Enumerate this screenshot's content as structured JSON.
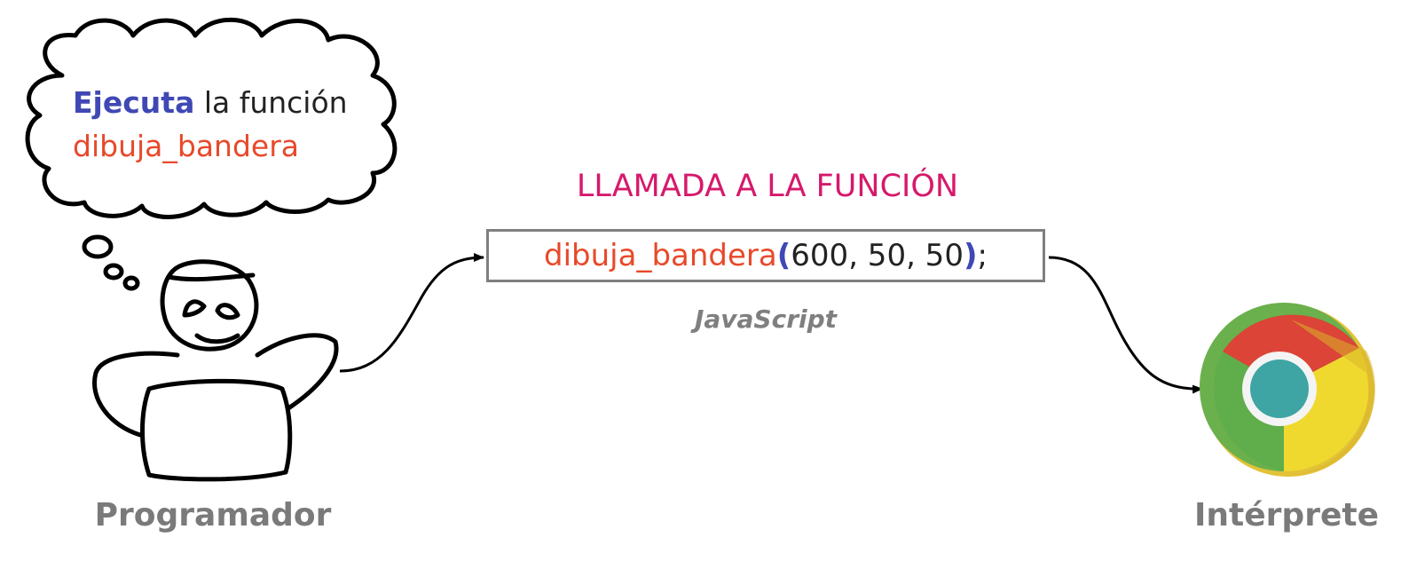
{
  "thought": {
    "verb": "Ejecuta",
    "rest": " la función",
    "function_name": "dibuja_bandera"
  },
  "call_title": "LLAMADA A LA FUNCIÓN",
  "code": {
    "function_name": "dibuja_bandera",
    "open_paren": "(",
    "args": "600, 50, 50",
    "close_paren": ")",
    "terminator": ";"
  },
  "language": "JavaScript",
  "programmer_label": "Programador",
  "interpreter_label": "Intérprete",
  "icons": [
    "programmer-sketch-icon",
    "thought-cloud-icon",
    "chrome-browser-icon"
  ],
  "colors": {
    "keyword_blue": "#3f48b4",
    "function_orange": "#e8492a",
    "title_magenta": "#d6196b",
    "label_gray": "#7a7a7a"
  }
}
